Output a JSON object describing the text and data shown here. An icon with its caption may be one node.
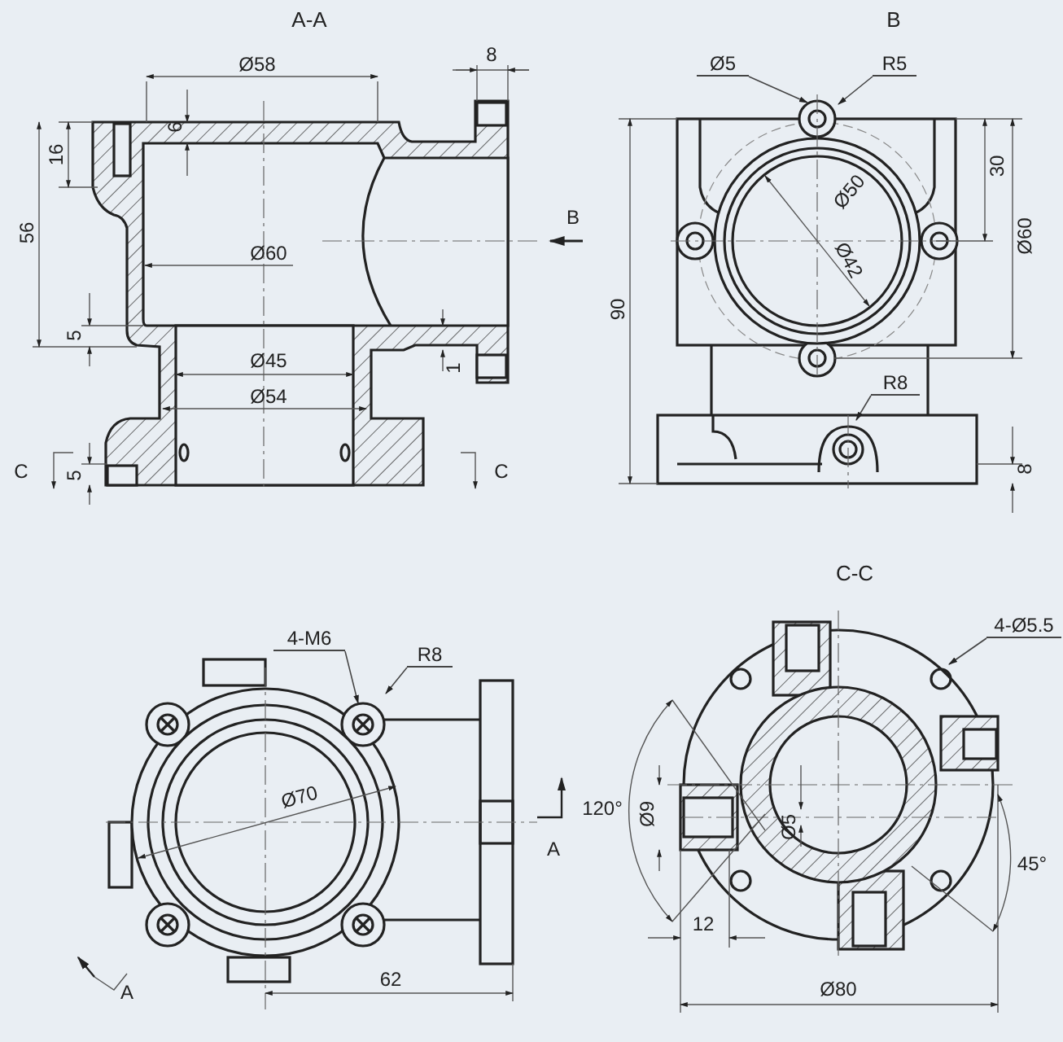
{
  "diagram": {
    "nodes": [
      {
        "text": [
          "Ø5"
        ]
      },
      {
        "text": [
          "R5"
        ]
      },
      {
        "text": [
          "R8"
        ]
      },
      {
        "text": [
          "4-M6"
        ]
      },
      {
        "text": [
          "R8"
        ]
      },
      {
        "text": [
          "4-Ø5.5"
        ]
      }
    ],
    "edges": [
      {
        "from": 0,
        "to": null,
        "arrow": "to"
      },
      {
        "from": 1,
        "to": null,
        "arrow": "to"
      },
      {
        "from": 2,
        "to": null,
        "arrow": "to"
      },
      {
        "from": 3,
        "to": null,
        "arrow": "to"
      },
      {
        "from": 4,
        "to": null,
        "arrow": "to"
      },
      {
        "from": 5,
        "to": null,
        "arrow": "to"
      }
    ],
    "labels": [
      "A-A",
      "B",
      "Ø58",
      "8",
      "6",
      "16",
      "56",
      "B",
      "Ø60",
      "Ø60",
      "Ø50",
      "Ø42",
      "30",
      "90",
      "5",
      "1",
      "Ø45",
      "Ø54",
      "C",
      "5",
      "C",
      "8",
      "C-C",
      "Ø70",
      "120°",
      "Ø9",
      "Ø5",
      "A",
      "45°",
      "A",
      "12",
      "62",
      "Ø80"
    ]
  }
}
